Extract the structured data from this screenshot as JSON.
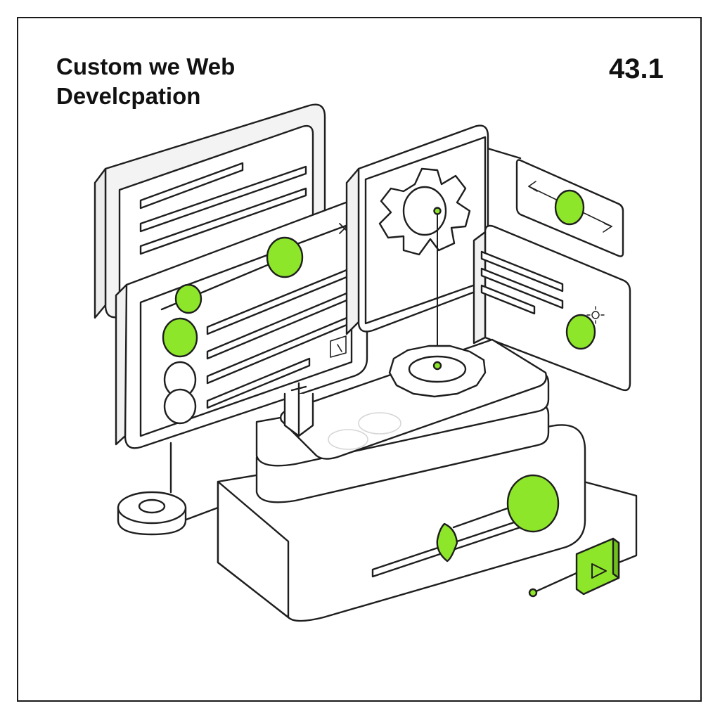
{
  "header": {
    "title_line1": "Custom we Web",
    "title_line2": "Develcpation",
    "number": "43.1"
  },
  "colors": {
    "accent": "#8ee62a",
    "stroke": "#1e1e1e",
    "fill": "#ffffff"
  },
  "icons": [
    "close-icon",
    "gear-icon",
    "arrows-icon",
    "sun-icon",
    "play-icon",
    "cursor-icon"
  ]
}
